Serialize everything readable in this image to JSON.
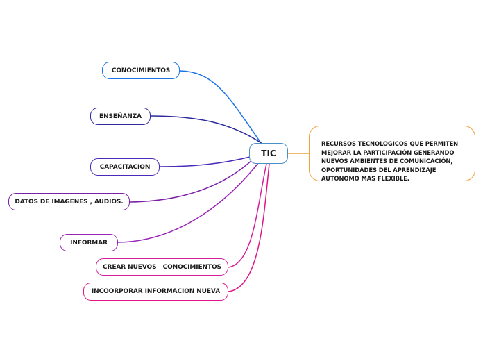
{
  "central_topic": "TIC",
  "note": "RECURSOS TECNOLOGICOS QUE PERMITEN\nMEJORAR LA PARTICIPACIÓN GENERANDO\nNUEVOS AMBIENTES DE COMUNICACIÓN,\nOPORTUNIDADES   DEL APRENDIZAJE\nAUTONOMO MAS FLEXIBLE.",
  "branches": [
    {
      "label": "CONOCIMIENTOS",
      "color": "#1a73e8"
    },
    {
      "label": "ENSEÑANZA",
      "color": "#2c2a9c"
    },
    {
      "label": "CAPACITACION",
      "color": "#4a2ab8"
    },
    {
      "label": "DATOS DE IMAGENES , AUDIOS.",
      "color": "#7a1fa6"
    },
    {
      "label": "INFORMAR",
      "color": "#9a22b8"
    },
    {
      "label": "CREAR NUEVOS   CONOCIMIENTOS",
      "color": "#d81e9a"
    },
    {
      "label": "INCOORPORAR INFORMACION NUEVA",
      "color": "#e01486"
    }
  ],
  "colors": {
    "central_border": "#4a90c8",
    "note_border": "#f0a33a"
  }
}
